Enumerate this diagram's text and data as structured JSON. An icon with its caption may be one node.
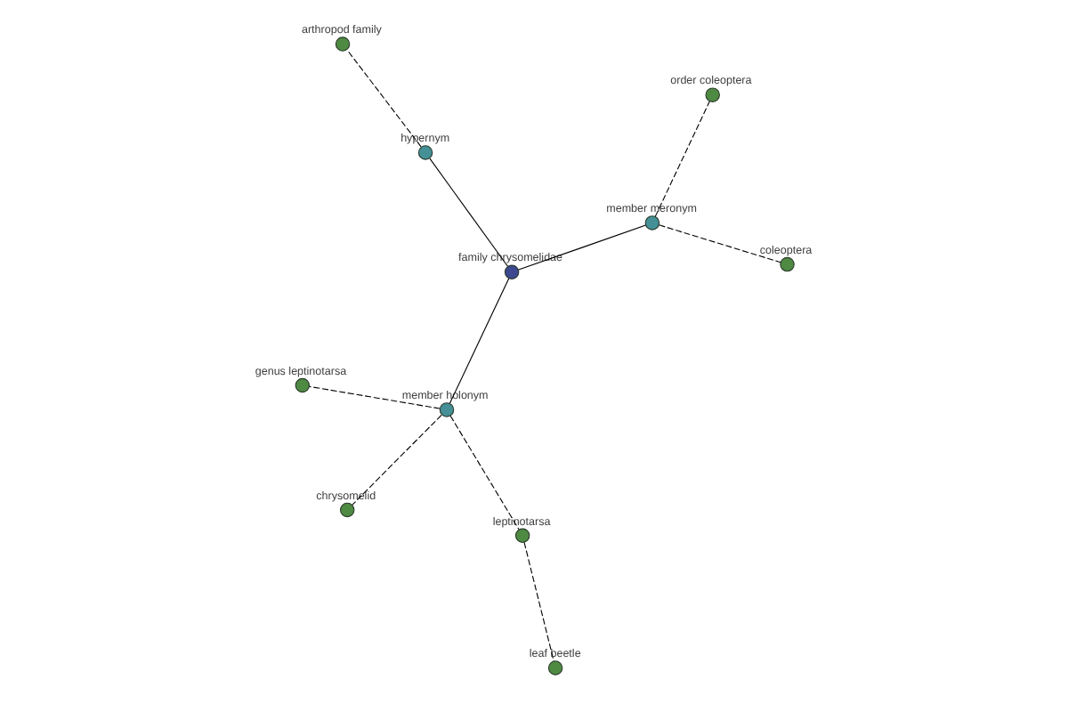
{
  "diagram": {
    "nodes": [
      {
        "text": [
          "arthropod family"
        ]
      },
      {
        "text": [
          "order coleoptera"
        ]
      },
      {
        "text": [
          "coleoptera"
        ]
      },
      {
        "text": [
          "hypernym"
        ]
      },
      {
        "text": [
          "member meronym"
        ]
      },
      {
        "text": [
          "family chrysomelidae"
        ]
      },
      {
        "text": [
          "chrysomelid"
        ]
      },
      {
        "text": [
          "member holonym"
        ]
      },
      {
        "text": [
          "genus leptinotarsa"
        ]
      },
      {
        "text": [
          "leptinotarsa"
        ]
      },
      {
        "text": [
          "leaf beetle"
        ]
      }
    ],
    "edges": [
      {
        "from": 5,
        "to": 4,
        "arrow": "none"
      },
      {
        "from": 5,
        "to": 3,
        "arrow": "none"
      },
      {
        "from": 5,
        "to": 7,
        "arrow": "none"
      },
      {
        "from": 4,
        "to": 1,
        "arrow": "none",
        "style": "dashed"
      },
      {
        "from": 4,
        "to": 2,
        "arrow": "none",
        "style": "dashed"
      },
      {
        "from": 3,
        "to": 0,
        "arrow": "none",
        "style": "dashed"
      },
      {
        "from": 7,
        "to": 6,
        "arrow": "none",
        "style": "dashed"
      },
      {
        "from": 7,
        "to": 8,
        "arrow": "none",
        "style": "dashed"
      },
      {
        "from": 7,
        "to": 9,
        "arrow": "none",
        "style": "dashed"
      },
      {
        "from": 9,
        "to": 10,
        "arrow": "none",
        "style": "dashed"
      }
    ]
  }
}
